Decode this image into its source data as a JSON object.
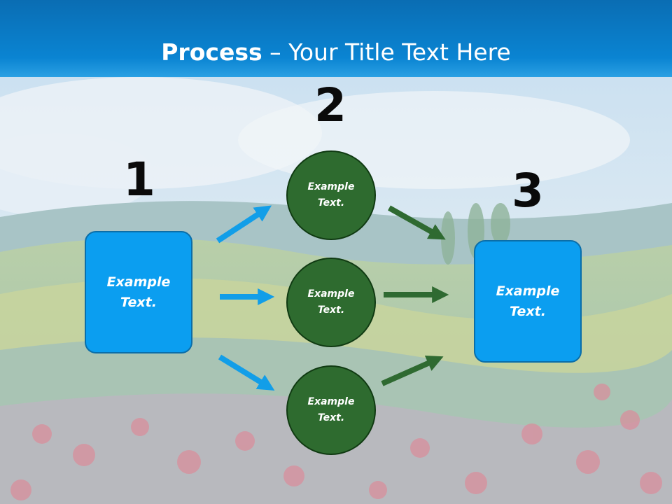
{
  "header": {
    "title_strong": "Process",
    "title_rest": " – Your Title Text Here"
  },
  "steps": {
    "step1": {
      "number": "1",
      "box_text": "Example Text."
    },
    "step2": {
      "number": "2",
      "circles": [
        {
          "text": "Example Text."
        },
        {
          "text": "Example Text."
        },
        {
          "text": "Example Text."
        }
      ]
    },
    "step3": {
      "number": "3",
      "box_text": "Example Text."
    }
  },
  "colors": {
    "header_blue": "#0a78c2",
    "box_blue": "#0b9ef0",
    "circle_green": "#2e6b2f",
    "arrow_blue": "#129ee8",
    "arrow_green": "#2f6a31"
  }
}
